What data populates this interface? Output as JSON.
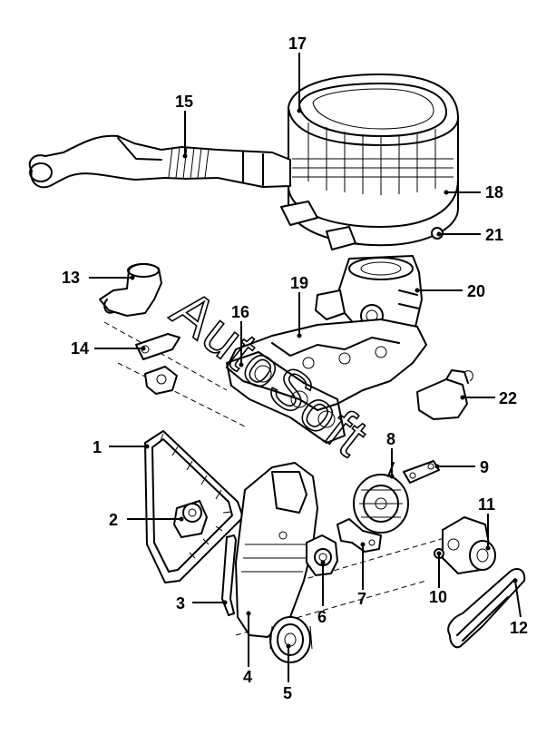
{
  "watermark": {
    "text": "AutoSoft"
  },
  "callouts": [
    {
      "id": "17",
      "label": "17"
    },
    {
      "id": "15",
      "label": "15"
    },
    {
      "id": "18",
      "label": "18"
    },
    {
      "id": "21",
      "label": "21"
    },
    {
      "id": "13",
      "label": "13"
    },
    {
      "id": "19",
      "label": "19"
    },
    {
      "id": "20",
      "label": "20"
    },
    {
      "id": "16",
      "label": "16"
    },
    {
      "id": "14",
      "label": "14"
    },
    {
      "id": "22",
      "label": "22"
    },
    {
      "id": "8",
      "label": "8"
    },
    {
      "id": "1",
      "label": "1"
    },
    {
      "id": "9",
      "label": "9"
    },
    {
      "id": "2",
      "label": "2"
    },
    {
      "id": "11",
      "label": "11"
    },
    {
      "id": "3",
      "label": "3"
    },
    {
      "id": "6",
      "label": "6"
    },
    {
      "id": "7",
      "label": "7"
    },
    {
      "id": "10",
      "label": "10"
    },
    {
      "id": "12",
      "label": "12"
    },
    {
      "id": "4",
      "label": "4"
    },
    {
      "id": "5",
      "label": "5"
    }
  ]
}
